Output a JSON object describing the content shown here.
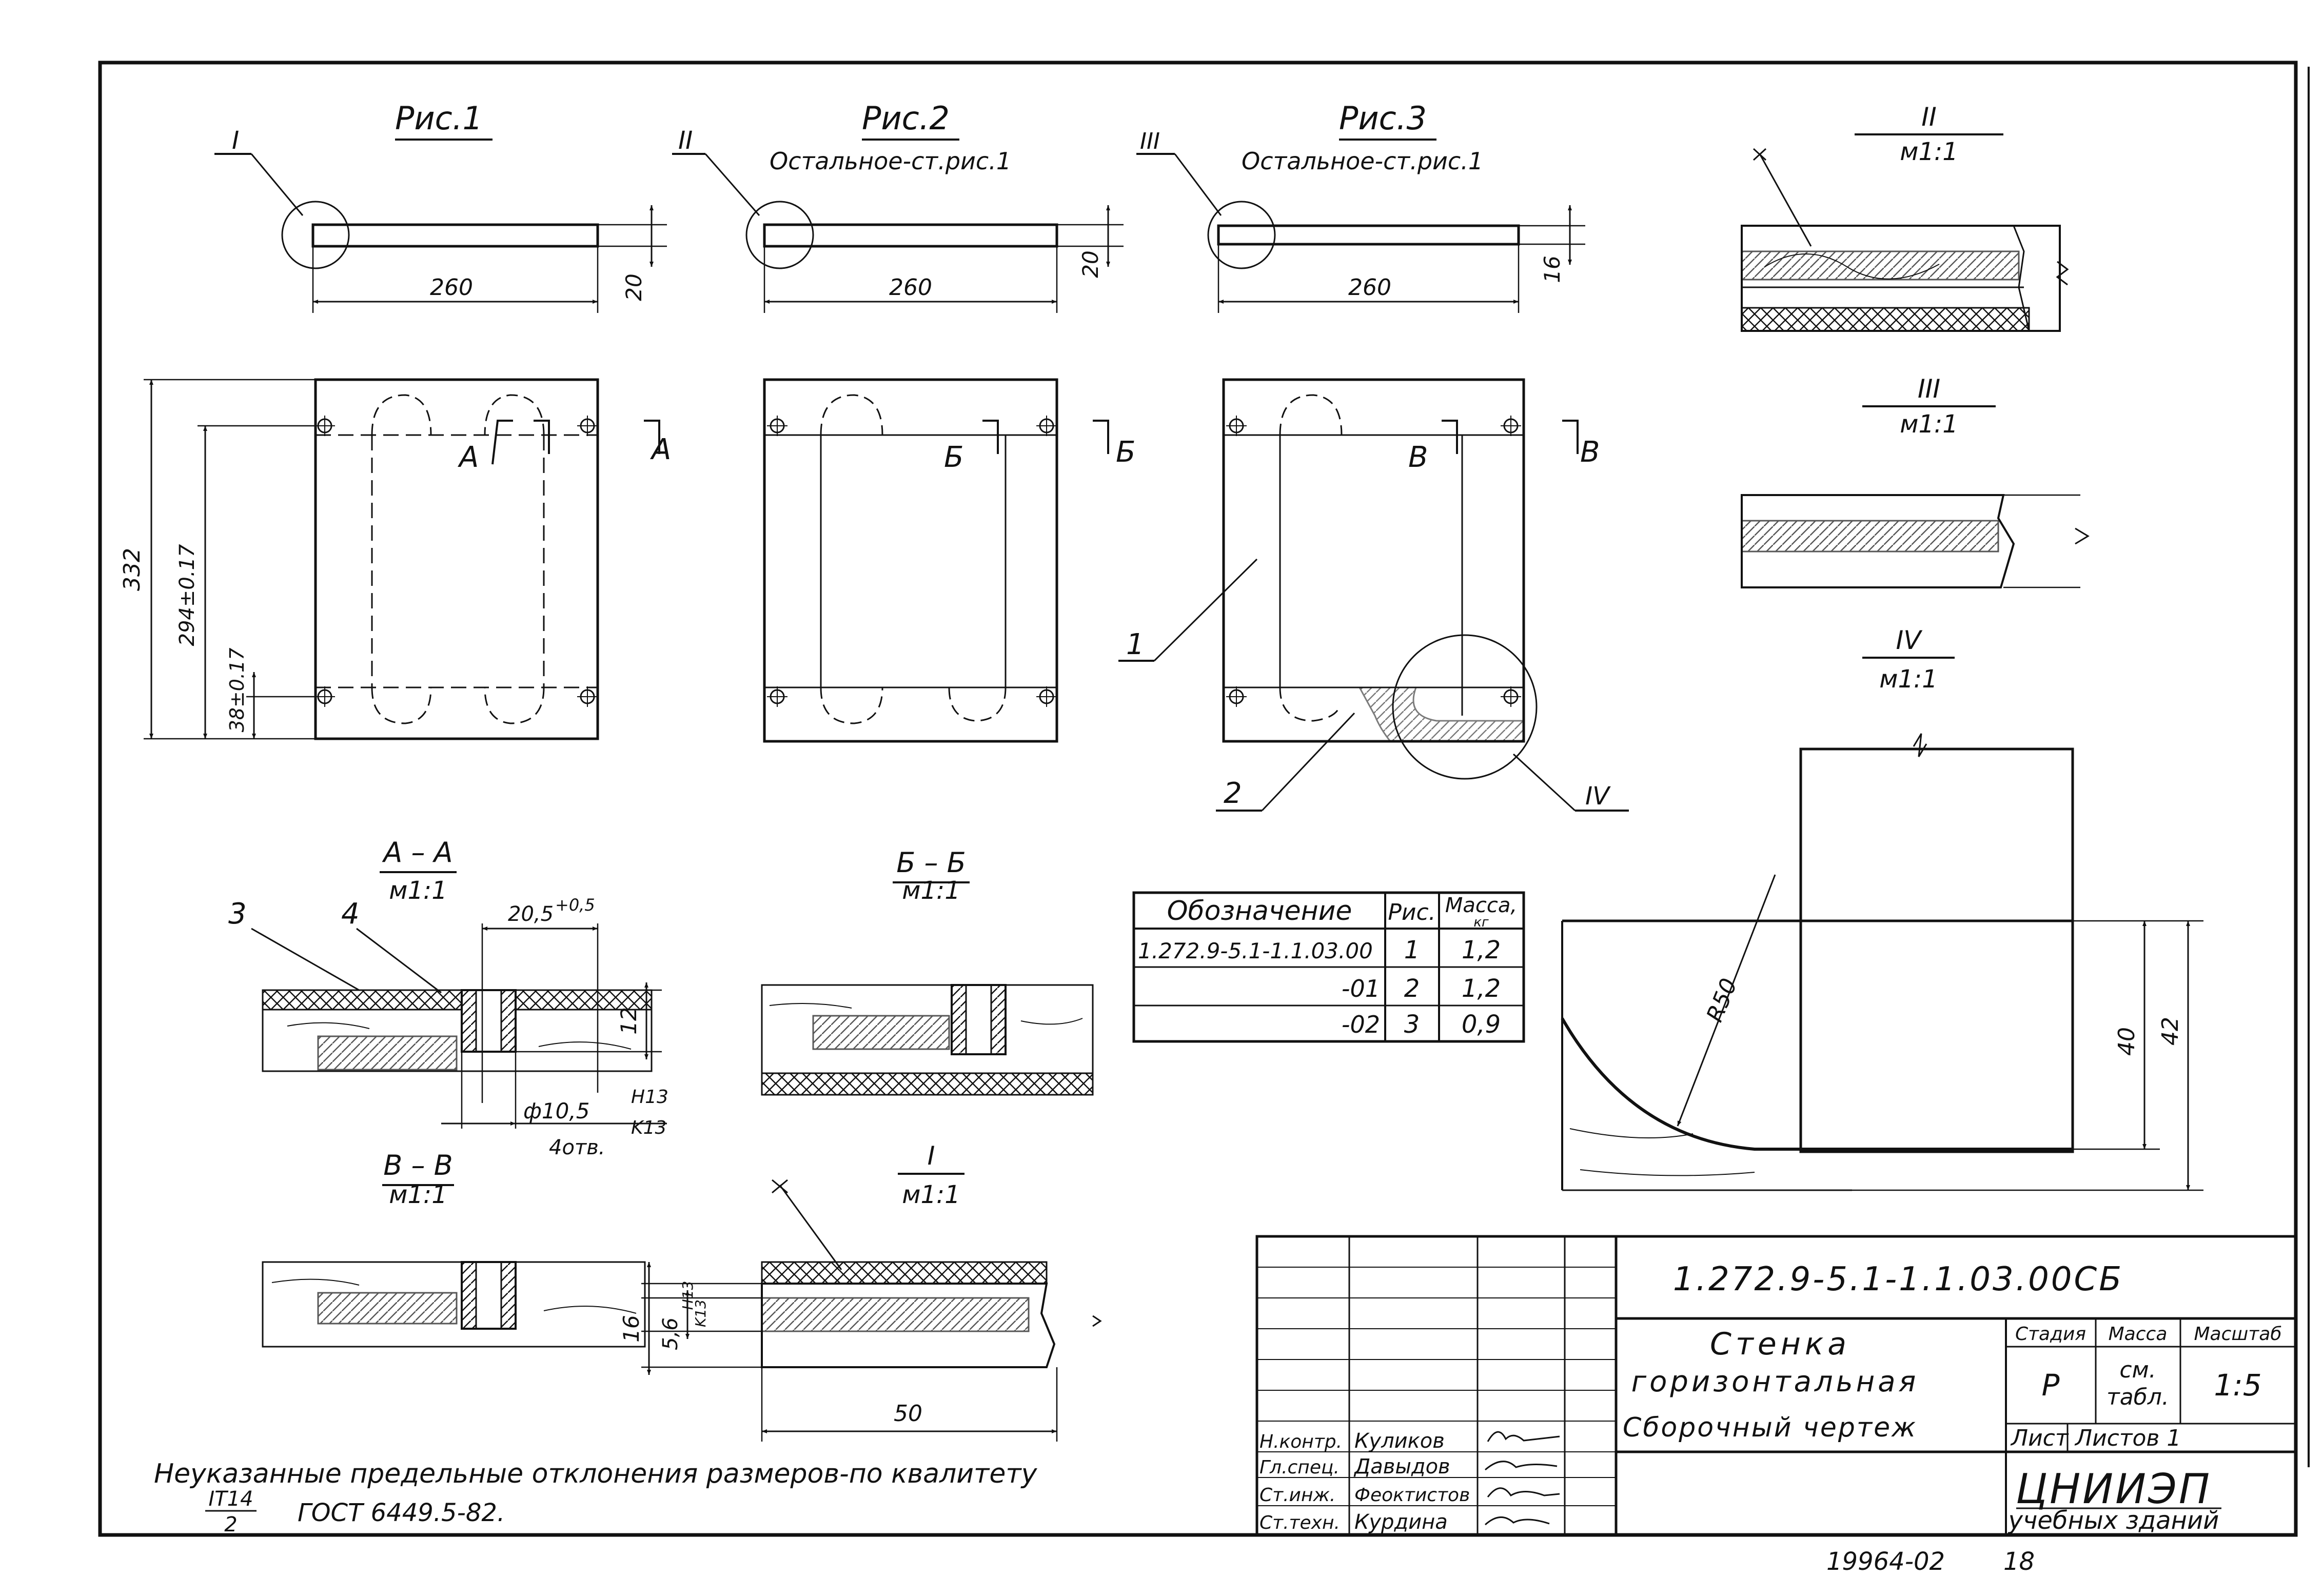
{
  "figures": {
    "fig1": {
      "title": "Рис.1",
      "callout": "I"
    },
    "fig2": {
      "title": "Рис.2",
      "note": "Остальное-ст.рис.1",
      "callout": "II"
    },
    "fig3": {
      "title": "Рис.3",
      "note": "Остальное-ст.рис.1",
      "callout": "III"
    }
  },
  "dims": {
    "w260": "260",
    "h20": "20",
    "h16": "16",
    "h332": "332",
    "h294": "294±0.17",
    "h38": "38±0.17",
    "w20_5": "20,5",
    "tol_20_5": "+0,5",
    "h12": "12",
    "hole": "ф10,5",
    "fit_h13": "H13",
    "fit_k13": "K13",
    "holes_count": "4отв.",
    "s16": "16",
    "s5_6": "5,6",
    "s50": "50",
    "r50": "R50",
    "d40": "40",
    "d42": "42"
  },
  "section_marks": {
    "a": "А",
    "b": "Б",
    "v": "В"
  },
  "sections": {
    "aa": {
      "title": "А – А",
      "scale": "м1:1"
    },
    "bb": {
      "title": "Б – Б",
      "scale": "м1:1"
    },
    "vv": {
      "title": "В – В",
      "scale": "м1:1"
    },
    "detI": {
      "title": "I",
      "scale": "м1:1"
    },
    "detII": {
      "title": "II",
      "scale": "м1:1"
    },
    "detIII": {
      "title": "III",
      "scale": "м1:1"
    },
    "detIV": {
      "title": "IV",
      "scale": "м1:1"
    }
  },
  "leaders": {
    "p1": "1",
    "p2": "2",
    "p3": "3",
    "p4": "4",
    "p_iv": "IV"
  },
  "table": {
    "headers": [
      "Обозначение",
      "Рис.",
      "Масса,",
      "кг"
    ],
    "rows": [
      [
        "1.272.9-5.1-1.1.03.00",
        "1",
        "1,2"
      ],
      [
        "-01",
        "2",
        "1,2"
      ],
      [
        "-02",
        "3",
        "0,9"
      ]
    ]
  },
  "note": {
    "line1": "Неуказанные предельные отклонения размеров-по квалитету",
    "frac_top": "IT14",
    "frac_bottom": "2",
    "gost": "ГОСТ 6449.5-82."
  },
  "title_block": {
    "designation": "1.272.9-5.1-1.1.03.00СБ",
    "name_l1": "Стенка",
    "name_l2": "горизонтальная",
    "name_l3": "Сборочный чертеж",
    "h_stage": "Стадия",
    "h_mass": "Масса",
    "h_scale": "Масштаб",
    "stage": "Р",
    "mass_l1": "см.",
    "mass_l2": "табл.",
    "scale": "1:5",
    "sheet_label": "Лист",
    "sheets_label": "Листов 1",
    "org": "ЦНИИЭП",
    "org_sub": "учебных зданий",
    "roles": [
      "Н.контр.",
      "Гл.спец.",
      "Ст.инж.",
      "Ст.техн."
    ],
    "names": [
      "Куликов",
      "Давыдов",
      "Феоктистов",
      "Курдина"
    ]
  },
  "footer": {
    "archive": "19964-02",
    "page": "18"
  }
}
